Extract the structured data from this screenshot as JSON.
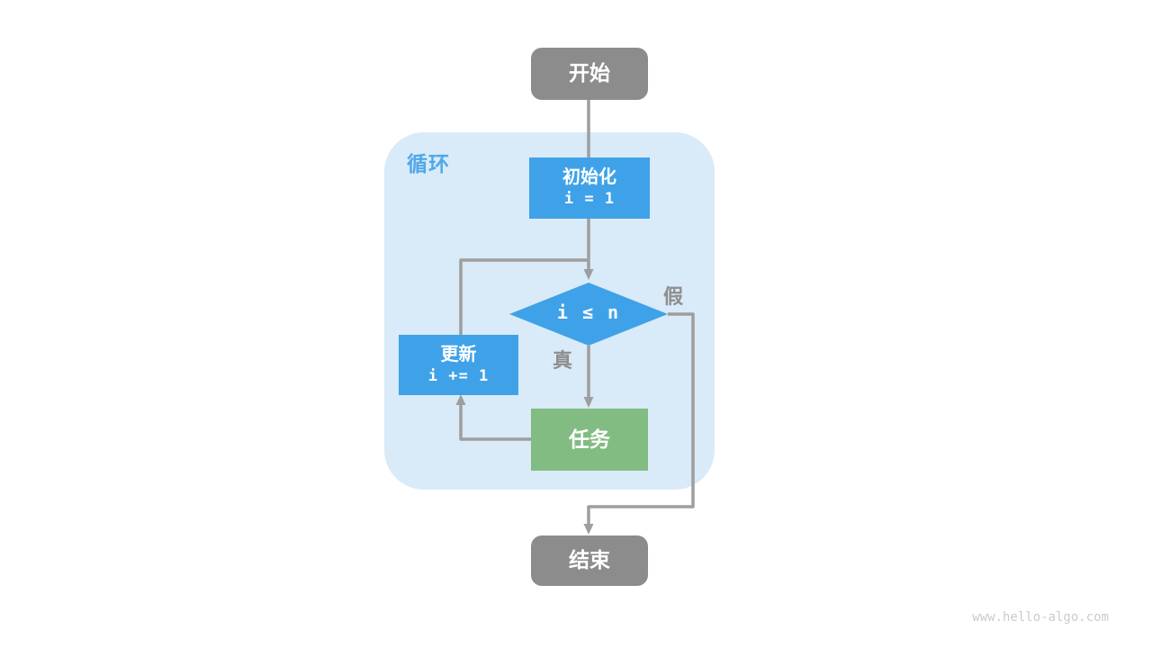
{
  "diagram": {
    "type": "flowchart",
    "nodes": {
      "start": {
        "label": "开始",
        "shape": "rounded-rect",
        "color": "#8C8C8C"
      },
      "init": {
        "title": "初始化",
        "code": "i = 1",
        "shape": "rect",
        "color": "#3FA2E8"
      },
      "condition": {
        "label": "i ≤ n",
        "shape": "diamond",
        "color": "#3FA2E8"
      },
      "update": {
        "title": "更新",
        "code": "i += 1",
        "shape": "rect",
        "color": "#3FA2E8"
      },
      "task": {
        "label": "任务",
        "shape": "rect",
        "color": "#82BC82"
      },
      "end": {
        "label": "结束",
        "shape": "rounded-rect",
        "color": "#8C8C8C"
      }
    },
    "labels": {
      "loop": "循环",
      "branch_true": "真",
      "branch_false": "假"
    },
    "edges": [
      {
        "from": "start",
        "to": "init"
      },
      {
        "from": "init",
        "to": "condition"
      },
      {
        "from": "condition",
        "to": "task",
        "label": "真"
      },
      {
        "from": "task",
        "to": "update"
      },
      {
        "from": "update",
        "to": "condition"
      },
      {
        "from": "condition",
        "to": "end",
        "label": "假"
      }
    ],
    "colors": {
      "node_blue": "#3FA2E8",
      "node_green": "#82BC82",
      "node_gray": "#8C8C8C",
      "loop_background": "#D9EAF8",
      "loop_label_blue": "#4FA8E8",
      "edge_gray": "#9E9E9E"
    }
  },
  "watermark": "www.hello-algo.com"
}
